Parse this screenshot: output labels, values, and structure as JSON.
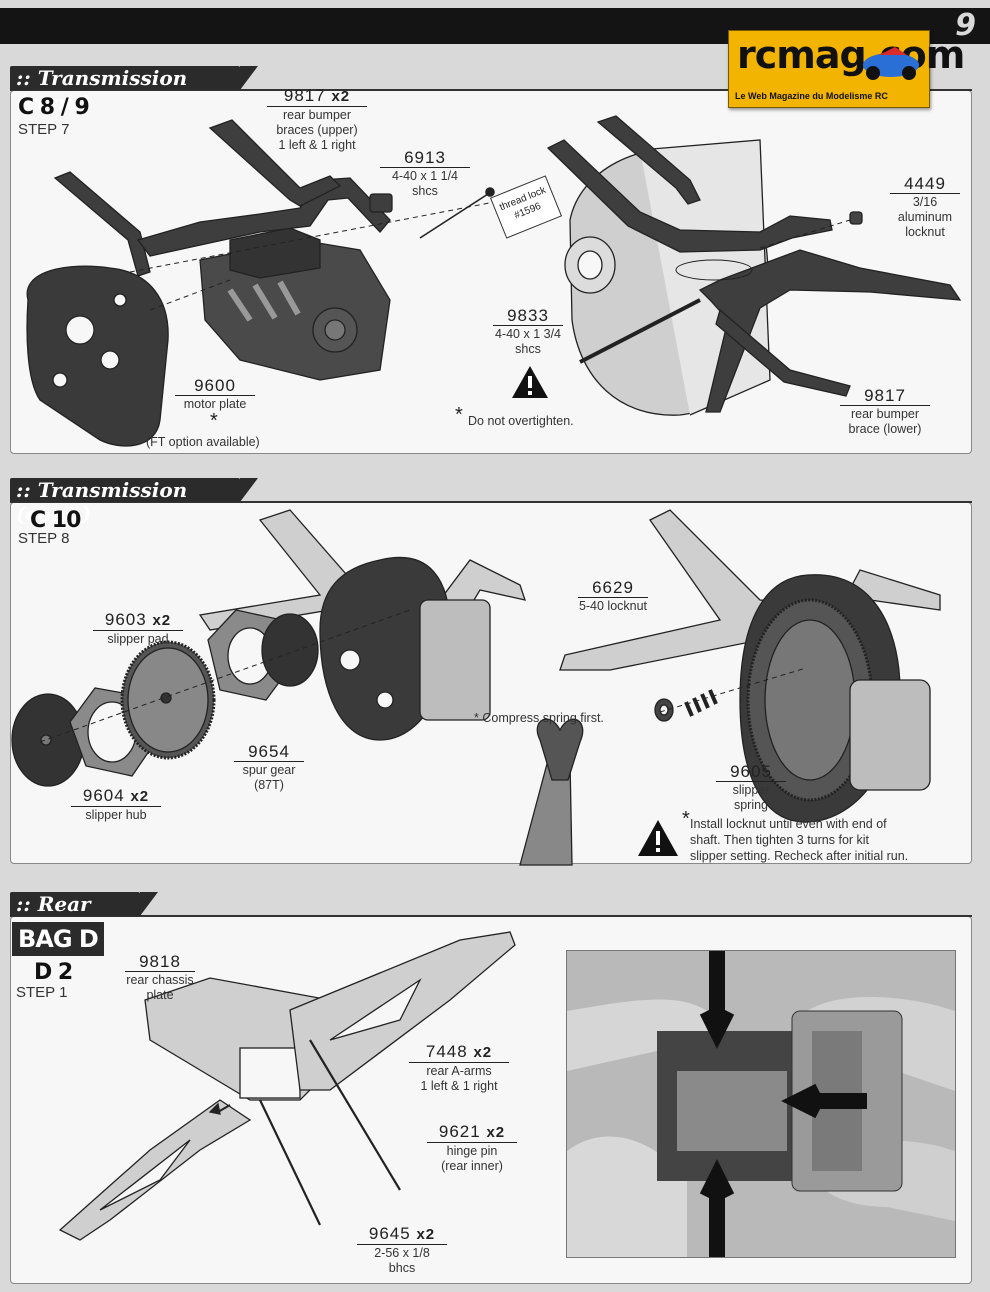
{
  "page_number": "9",
  "logo": {
    "brand": "rcmag.com",
    "tagline": "Le Web Magazine du Modelisme RC"
  },
  "sections": [
    {
      "title": ":: Transmission (cont.)",
      "step_code": "C 8 / 9",
      "step_label": "STEP 7",
      "parts": [
        {
          "number": "9817",
          "qty": "x2",
          "desc1": "rear bumper",
          "desc2": "braces (upper)",
          "desc3": "1 left & 1 right"
        },
        {
          "number": "6913",
          "desc1": "4-40 x 1 1/4",
          "desc2": "shcs"
        },
        {
          "number": "4449",
          "desc1": "3/16",
          "desc2": "aluminum",
          "desc3": "locknut"
        },
        {
          "number": "9833",
          "desc1": "4-40 x 1 3/4",
          "desc2": "shcs"
        },
        {
          "number": "9600",
          "desc1": "motor plate"
        },
        {
          "number": "9817",
          "desc1": "rear bumper",
          "desc2": "brace (lower)"
        }
      ],
      "thread_lock": {
        "line1": "thread lock",
        "line2": "#1596"
      },
      "ft_option": "(FT option available)",
      "note": "Do not overtighten."
    },
    {
      "title": ":: Transmission (cont.)",
      "step_code": "C 10",
      "step_label": "STEP 8",
      "parts": [
        {
          "number": "9603",
          "qty": "x2",
          "desc1": "slipper pad"
        },
        {
          "number": "6629",
          "desc1": "5-40 locknut"
        },
        {
          "number": "9654",
          "desc1": "spur gear",
          "desc2": "(87T)"
        },
        {
          "number": "9604",
          "qty": "x2",
          "desc1": "slipper hub"
        },
        {
          "number": "9605",
          "desc1": "slipper",
          "desc2": "spring"
        }
      ],
      "compress_note": "* Compress spring first.",
      "install_note": [
        "Install locknut until even with end of",
        "shaft.  Then tighten 3 turns for kit",
        "slipper setting.  Recheck after initial run."
      ]
    },
    {
      "title": ":: Rear Arms",
      "bag": "BAG D",
      "step_code": "D 2",
      "step_label": "STEP 1",
      "parts": [
        {
          "number": "9818",
          "desc1": "rear chassis",
          "desc2": "plate"
        },
        {
          "number": "7448",
          "qty": "x2",
          "desc1": "rear A-arms",
          "desc2": "1 left & 1 right"
        },
        {
          "number": "9621",
          "qty": "x2",
          "desc1": "hinge pin",
          "desc2": "(rear inner)"
        },
        {
          "number": "9645",
          "qty": "x2",
          "desc1": "2-56 x 1/8",
          "desc2": "bhcs"
        }
      ]
    }
  ],
  "colors": {
    "panel_bg": "#f7f7f7",
    "header": "#2b2b2b",
    "page_bg": "#d9d9d9",
    "logo": "#f3b400"
  }
}
